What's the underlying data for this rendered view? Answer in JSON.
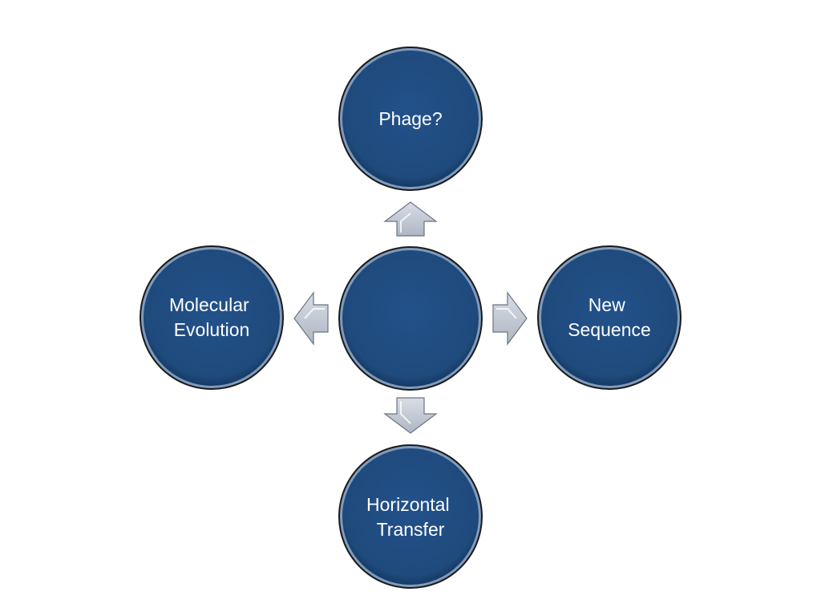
{
  "diagram": {
    "center": {
      "label": ""
    },
    "nodes": {
      "top": {
        "line1": "Phage?",
        "line2": ""
      },
      "left": {
        "line1": "Molecular",
        "line2": "Evolution"
      },
      "right": {
        "line1": "New",
        "line2": "Sequence"
      },
      "bottom": {
        "line1": "Horizontal",
        "line2": "Transfer"
      }
    },
    "colors": {
      "node_fill": "#1f4a7c",
      "node_rim": "#7f9bbd",
      "node_outline": "#2a2a2a",
      "arrow_fill": "#c3cad6",
      "arrow_outline": "#6c7380",
      "arrow_highlight": "#ffffff"
    }
  }
}
